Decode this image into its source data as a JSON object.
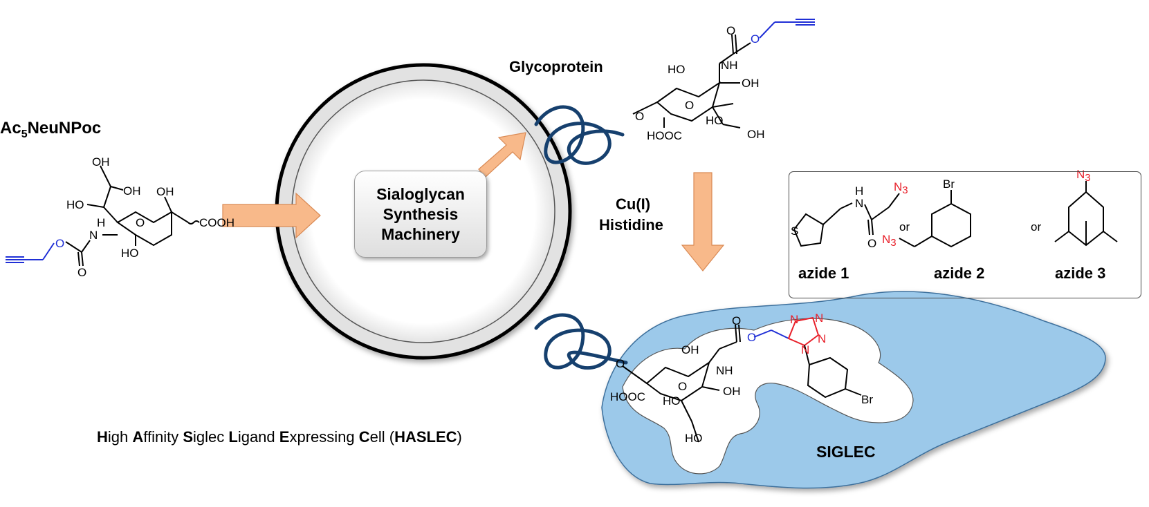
{
  "labels": {
    "precursor_name": "Ac",
    "precursor_sub": "5",
    "precursor_rest": "NeuNPoc",
    "glycoprotein": "Glycoprotein",
    "machinery_lines": [
      "Sialoglycan",
      "Synthesis",
      "Machinery"
    ],
    "reagent_line1": "Cu(I)",
    "reagent_line2": "Histidine",
    "siglec": "SIGLEC",
    "haslec_parts": [
      {
        "t": "H",
        "b": true
      },
      {
        "t": "igh ",
        "b": false
      },
      {
        "t": "A",
        "b": true
      },
      {
        "t": "ffinity ",
        "b": false
      },
      {
        "t": "S",
        "b": true
      },
      {
        "t": "iglec ",
        "b": false
      },
      {
        "t": "L",
        "b": true
      },
      {
        "t": "igand ",
        "b": false
      },
      {
        "t": "E",
        "b": true
      },
      {
        "t": "xpressing ",
        "b": false
      },
      {
        "t": "C",
        "b": true
      },
      {
        "t": "ell (",
        "b": false
      },
      {
        "t": "HASLEC",
        "b": true
      },
      {
        "t": ")",
        "b": false
      }
    ]
  },
  "azides": {
    "names": [
      "azide 1",
      "azide 2",
      "azide 3"
    ],
    "separator": "or"
  },
  "chem_text": {
    "OH": "OH",
    "HO": "HO",
    "H": "H",
    "N": "N",
    "NH": "NH",
    "O": "O",
    "S": "S",
    "Br": "Br",
    "N3": "N",
    "N3_sub": "3",
    "COOH": "COOH",
    "HOOC": "HOOC"
  },
  "colors": {
    "arrow_fill": "#f8b98a",
    "arrow_stroke": "#d98a55",
    "protein_chain": "#16406e",
    "siglec_fill": "#9cc9ea",
    "siglec_stroke": "#3d6f9c",
    "alkyne_blue": "#1f2fd6",
    "azide_red": "#e8202a"
  }
}
